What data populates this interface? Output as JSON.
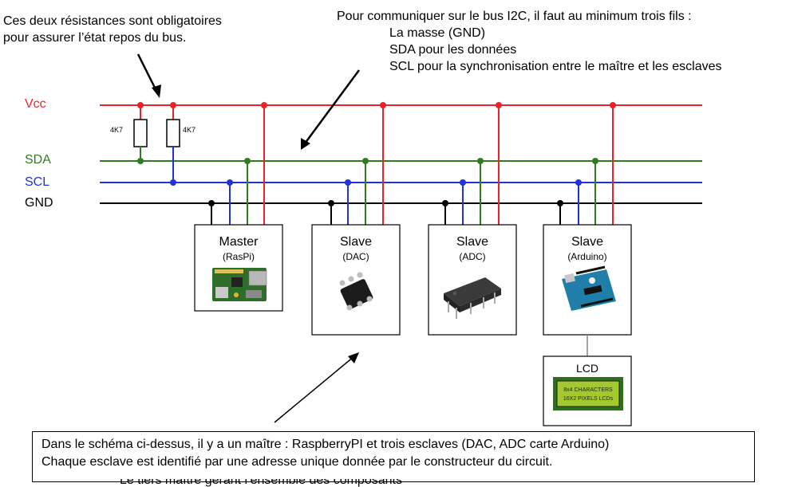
{
  "notes": {
    "resistors": [
      "Ces deux résistances sont obligatoires",
      "pour assurer l’état repos du bus."
    ],
    "wires_heading": "Pour communiquer sur le bus I2C, il faut au minimum trois fils :",
    "wires": [
      "La masse (GND)",
      "SDA pour les données",
      "SCL pour la synchronisation entre le maître et les esclaves"
    ],
    "bottom": [
      "Dans le schéma ci-dessus, il y a un maître : RaspberryPI et trois esclaves (DAC, ADC carte Arduino)",
      "Chaque esclave est identifié par une adresse unique donnée par le constructeur du circuit."
    ],
    "cut_off_line": "Le tiers maître gérant l’ensemble des composants"
  },
  "buses": [
    {
      "name": "Vcc",
      "color": "#e8242a"
    },
    {
      "name": "SDA",
      "color": "#2e7d1f"
    },
    {
      "name": "SCL",
      "color": "#2133d6"
    },
    {
      "name": "GND",
      "color": "#000000"
    }
  ],
  "resistors": [
    {
      "label": "4K7"
    },
    {
      "label": "4K7"
    }
  ],
  "devices": [
    {
      "role": "Master",
      "detail": "(RasPi)",
      "icon": "raspberry-pi-board-icon"
    },
    {
      "role": "Slave",
      "detail": "(DAC)",
      "icon": "dac-chip-icon"
    },
    {
      "role": "Slave",
      "detail": "(ADC)",
      "icon": "adc-chip-icon"
    },
    {
      "role": "Slave",
      "detail": "(Arduino)",
      "icon": "arduino-board-icon"
    }
  ],
  "lcd": {
    "label": "LCD",
    "screen_lines": [
      "8x4 CHARACTERS",
      "16X2 PIXELS LCDs"
    ],
    "icon": "lcd-module-icon"
  }
}
